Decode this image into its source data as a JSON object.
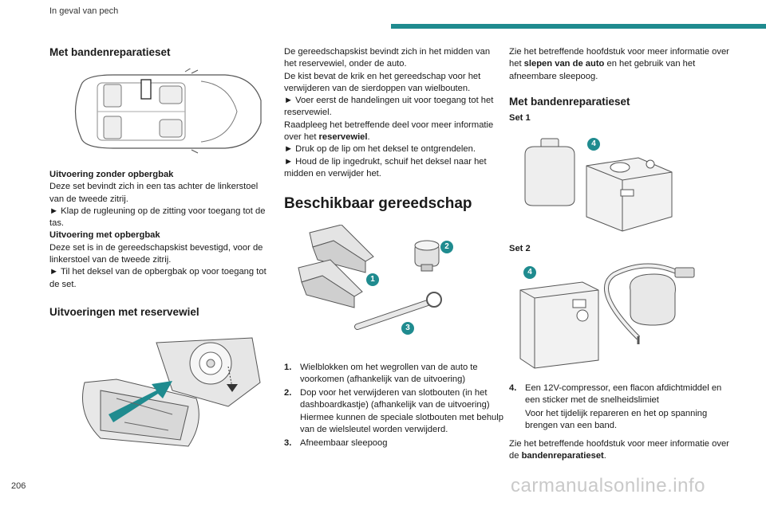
{
  "header": {
    "section": "In geval van pech"
  },
  "page_number": "206",
  "watermark": "carmanualsonline.info",
  "left": {
    "heading": "Met bandenreparatieset",
    "sub1": "Uitvoering zonder opbergbak",
    "p1": "Deze set bevindt zich in een tas achter de linkerstoel van de tweede zitrij.",
    "p2": "► Klap de rugleuning op de zitting voor toegang tot de tas.",
    "sub2": "Uitvoering met opbergbak",
    "p3": "Deze set is in de gereedschapskist bevestigd, voor de linkerstoel van de tweede zitrij.",
    "p4": "► Til het deksel van de opbergbak op voor toegang tot de set.",
    "heading2": "Uitvoeringen met reservewiel"
  },
  "middle": {
    "p1": "De gereedschapskist bevindt zich in het midden van het reservewiel, onder de auto.",
    "p2": "De kist bevat de krik en het gereedschap voor het verwijderen van de sierdoppen van wielbouten.",
    "p3": "► Voer eerst de handelingen uit voor toegang tot het reservewiel.",
    "p4_pre": "Raadpleeg het betreffende deel voor meer informatie over het ",
    "p4_bold": "reservewiel",
    "p4_post": ".",
    "p5": "► Druk op de lip om het deksel te ontgrendelen.",
    "p6": "► Houd de lip ingedrukt, schuif het deksel naar het midden en verwijder het.",
    "heading": "Beschikbaar gereedschap",
    "badges": [
      "1",
      "2",
      "3"
    ],
    "list": [
      {
        "num": "1.",
        "text": "Wielblokken om het wegrollen van de auto te voorkomen (afhankelijk van de uitvoering)"
      },
      {
        "num": "2.",
        "text": "Dop voor het verwijderen van slotbouten (in het dashboardkastje) (afhankelijk van de uitvoering)"
      },
      {
        "num": "",
        "text": "Hiermee kunnen de speciale slotbouten met behulp van de wielsleutel worden verwijderd."
      },
      {
        "num": "3.",
        "text": "Afneembaar sleepoog"
      }
    ]
  },
  "right": {
    "p1_pre": "Zie het betreffende hoofdstuk voor meer informatie over het ",
    "p1_bold": "slepen van de auto",
    "p1_post": " en het gebruik van het afneembare sleepoog.",
    "heading": "Met bandenreparatieset",
    "set1": "Set 1",
    "set2": "Set 2",
    "badge": "4",
    "item_num": "4.",
    "item_text": "Een 12V-compressor, een flacon afdichtmiddel en een sticker met de snelheidslimiet",
    "item_text2": "Voor het tijdelijk repareren en het op spanning brengen van een band.",
    "p2_pre": "Zie het betreffende hoofdstuk voor meer informatie over de ",
    "p2_bold": "bandenreparatieset",
    "p2_post": "."
  },
  "colors": {
    "accent": "#1f8b8f",
    "text": "#1a1a1a",
    "illustration": "#555555"
  }
}
